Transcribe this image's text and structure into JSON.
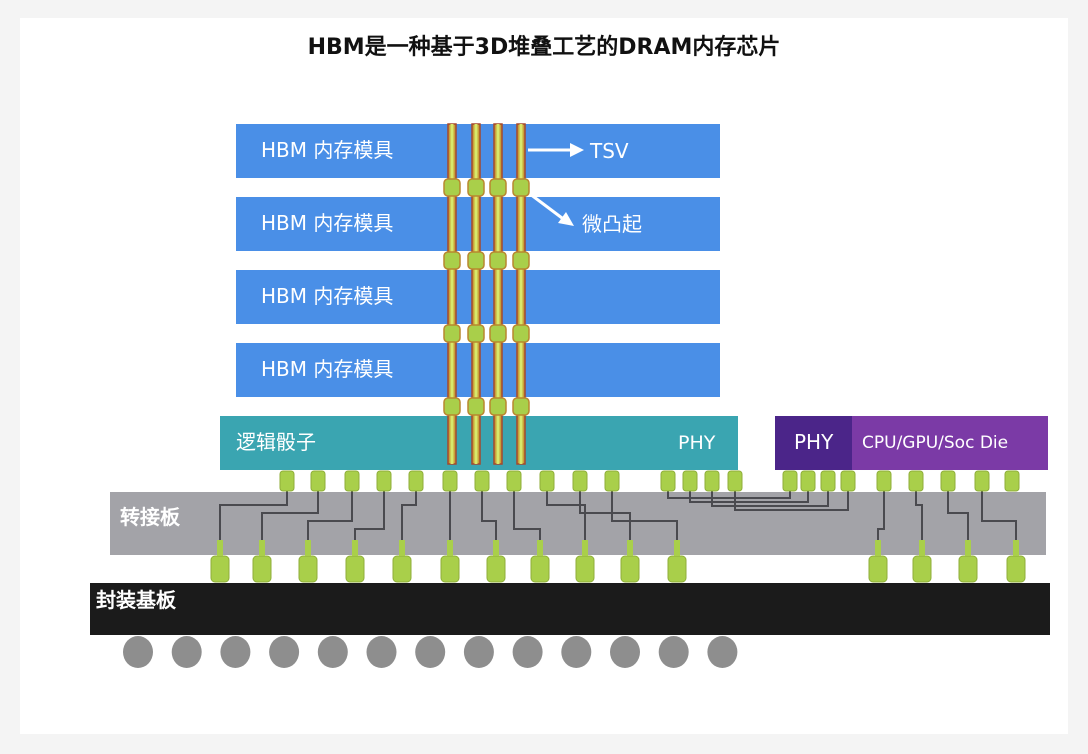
{
  "title": "HBM是一种基于3D堆叠工艺的DRAM内存芯片",
  "hbm_layers": [
    "HBM 内存模具",
    "HBM 内存模具",
    "HBM 内存模具",
    "HBM 内存模具"
  ],
  "annotations": {
    "tsv": "TSV",
    "microbump": "微凸起"
  },
  "logic_die": {
    "label": "逻辑骰子",
    "phy": "PHY"
  },
  "soc_die": {
    "phy": "PHY",
    "label": "CPU/GPU/Soc Die"
  },
  "interposer": {
    "label": "转接板"
  },
  "substrate": {
    "label": "封装基板"
  },
  "colors": {
    "hbm": "#4a8fe7",
    "logic": "#3aa5b1",
    "soc": "#7b3aa6",
    "soc_phy": "#4b2589",
    "interposer": "#a3a3a8",
    "substrate": "#1b1b1b",
    "bump": "#a9cf4a",
    "ball": "#8e8e8e"
  }
}
